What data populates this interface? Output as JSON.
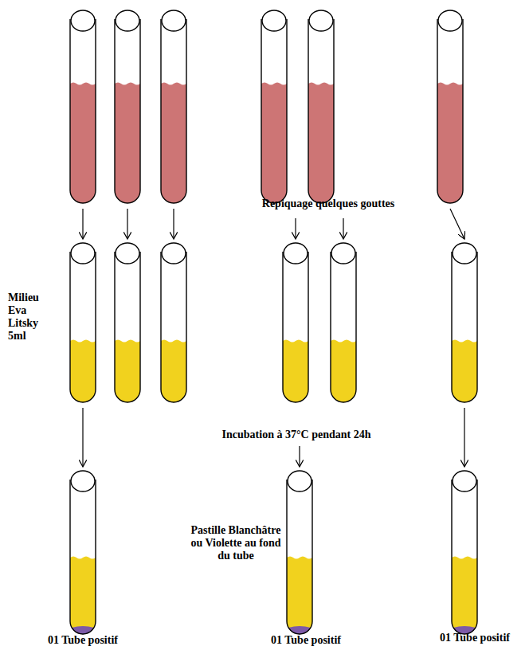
{
  "diagram": {
    "labels": [
      "Repiquage quelques gouttes",
      "Milieu Eva Litsky 5ml",
      "Incubation à 37°C pendant 24h",
      "Pastille Blanchâtre ou Violette au fond du tube",
      "01 Tube positif",
      "01 Tube positif",
      "01 Tube positif"
    ]
  }
}
